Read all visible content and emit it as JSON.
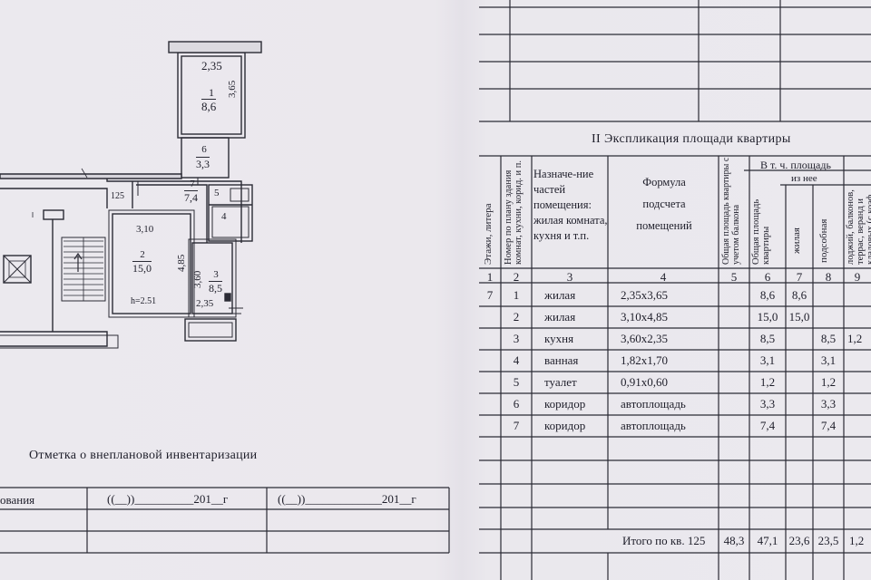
{
  "floorplan": {
    "rooms": [
      {
        "num": "1",
        "area": "8,6",
        "width": "2,35",
        "length": "3,65"
      },
      {
        "num": "6",
        "area": "3,3"
      },
      {
        "num": "7",
        "area": "7,4"
      },
      {
        "num": "5"
      },
      {
        "num": "4"
      },
      {
        "num": "2",
        "area": "15,0",
        "width": "3,10",
        "length": "4,85",
        "height": "h=2.51"
      },
      {
        "num": "3",
        "area": "8,5",
        "width": "2,35",
        "length": "3,60"
      }
    ],
    "apartment_number": "125"
  },
  "inventory": {
    "title": "Отметка  о  внеплановой  инвентаризации",
    "row_label": "ования",
    "date1": "((__))__________201__г",
    "date2": "((__))_____________201__г"
  },
  "explication": {
    "title": "II  Экспликация  площади  квартиры",
    "headers": {
      "floor": "Этажи, литера",
      "room_num": "Номер по плану здания комнат, кухни, корид. и п.",
      "purpose": "Назначе-ние частей помещения: жилая комната, кухня и т.п.",
      "formula": "Формула подсчета помещений",
      "total": "Общая площадь квартиры с учетом балкона",
      "in_total": "В  т. ч. площадь",
      "apartment": "Общая площадь квартиры",
      "of_which": "из нее",
      "living": "жилая",
      "auxiliary": "подсобная",
      "loggias": "лоджий, балконов, террас, веранд и кладовых (с коэф"
    },
    "col_numbers": [
      "1",
      "2",
      "3",
      "4",
      "5",
      "6",
      "7",
      "8",
      "9"
    ],
    "rows": [
      {
        "floor": "7",
        "num": "1",
        "purpose": "жилая",
        "formula": "2,35x3,65",
        "c5": "",
        "c6": "8,6",
        "c7": "8,6",
        "c8": "",
        "c9": ""
      },
      {
        "floor": "",
        "num": "2",
        "purpose": "жилая",
        "formula": "3,10x4,85",
        "c5": "",
        "c6": "15,0",
        "c7": "15,0",
        "c8": "",
        "c9": ""
      },
      {
        "floor": "",
        "num": "3",
        "purpose": "кухня",
        "formula": "3,60x2,35",
        "c5": "",
        "c6": "8,5",
        "c7": "",
        "c8": "8,5",
        "c9": "1,2"
      },
      {
        "floor": "",
        "num": "4",
        "purpose": "ванная",
        "formula": "1,82x1,70",
        "c5": "",
        "c6": "3,1",
        "c7": "",
        "c8": "3,1",
        "c9": ""
      },
      {
        "floor": "",
        "num": "5",
        "purpose": "туалет",
        "formula": "0,91x0,60",
        "c5": "",
        "c6": "1,2",
        "c7": "",
        "c8": "1,2",
        "c9": ""
      },
      {
        "floor": "",
        "num": "6",
        "purpose": "коридор",
        "formula": "автоплощадь",
        "c5": "",
        "c6": "3,3",
        "c7": "",
        "c8": "3,3",
        "c9": ""
      },
      {
        "floor": "",
        "num": "7",
        "purpose": "коридор",
        "formula": "автоплощадь",
        "c5": "",
        "c6": "7,4",
        "c7": "",
        "c8": "7,4",
        "c9": ""
      }
    ],
    "total_row": {
      "label": "Итого по кв. 125",
      "c5": "48,3",
      "c6": "47,1",
      "c7": "23,6",
      "c8": "23,5",
      "c9": "1,2"
    }
  }
}
